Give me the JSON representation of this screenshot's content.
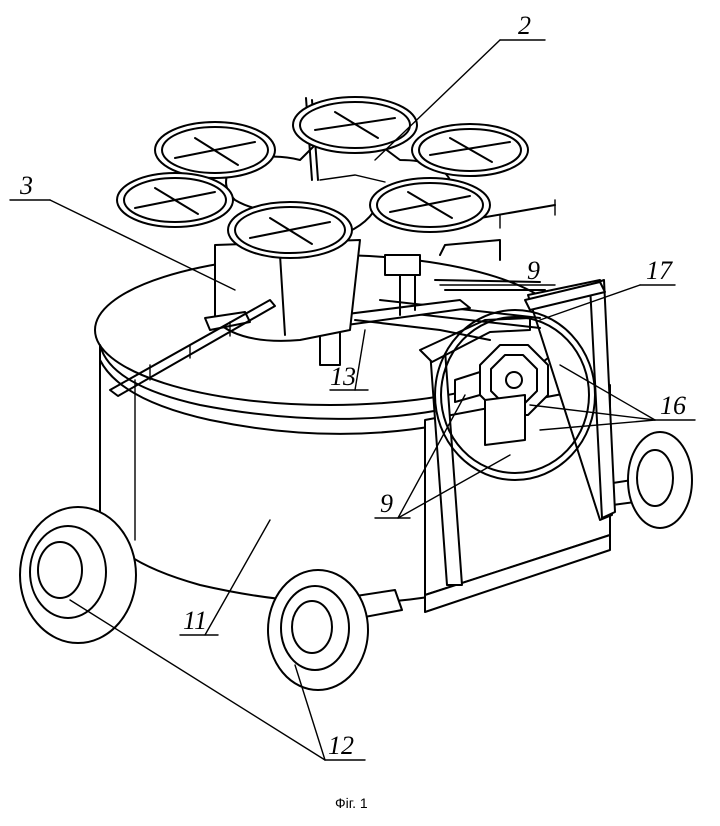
{
  "figure": {
    "caption": "Фіг. 1",
    "labels": {
      "l2": "2",
      "l3": "3",
      "l9a": "9",
      "l9b": "9",
      "l11": "11",
      "l12": "12",
      "l13": "13",
      "l16": "16",
      "l17": "17"
    }
  }
}
